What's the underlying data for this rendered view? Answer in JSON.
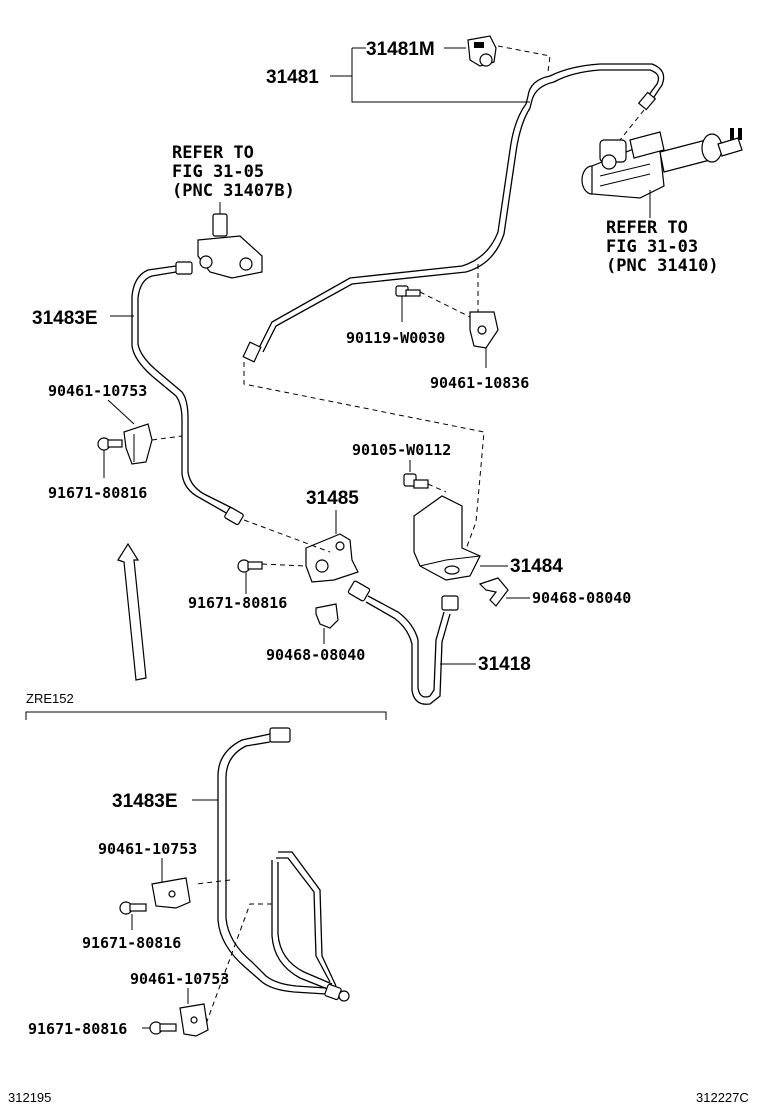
{
  "labels": {
    "p31481M": "31481M",
    "p31481": "31481",
    "refer_fig3105_l1": "REFER TO",
    "refer_fig3105_l2": "FIG 31-05",
    "refer_fig3105_l3": "(PNC 31407B)",
    "refer_fig3103_l1": "REFER TO",
    "refer_fig3103_l2": "FIG 31-03",
    "refer_fig3103_l3": "(PNC 31410)",
    "p31483E_top": "31483E",
    "p90119": "90119-W0030",
    "p90461_10836": "90461-10836",
    "p90461_top": "90461-10753",
    "p91671_top": "91671-80816",
    "p90105": "90105-W0112",
    "p31485": "31485",
    "p31484": "31484",
    "p90468_right": "90468-08040",
    "p91671_mid": "91671-80816",
    "p90468_mid": "90468-08040",
    "p31418": "31418",
    "variant": "ZRE152",
    "p31483E_bottom": "31483E",
    "p90461_b1": "90461-10753",
    "p91671_b1": "91671-80816",
    "p90461_b2": "90461-10753",
    "p91671_b2": "91671-80816",
    "code_left": "312195",
    "code_right": "312227C"
  }
}
